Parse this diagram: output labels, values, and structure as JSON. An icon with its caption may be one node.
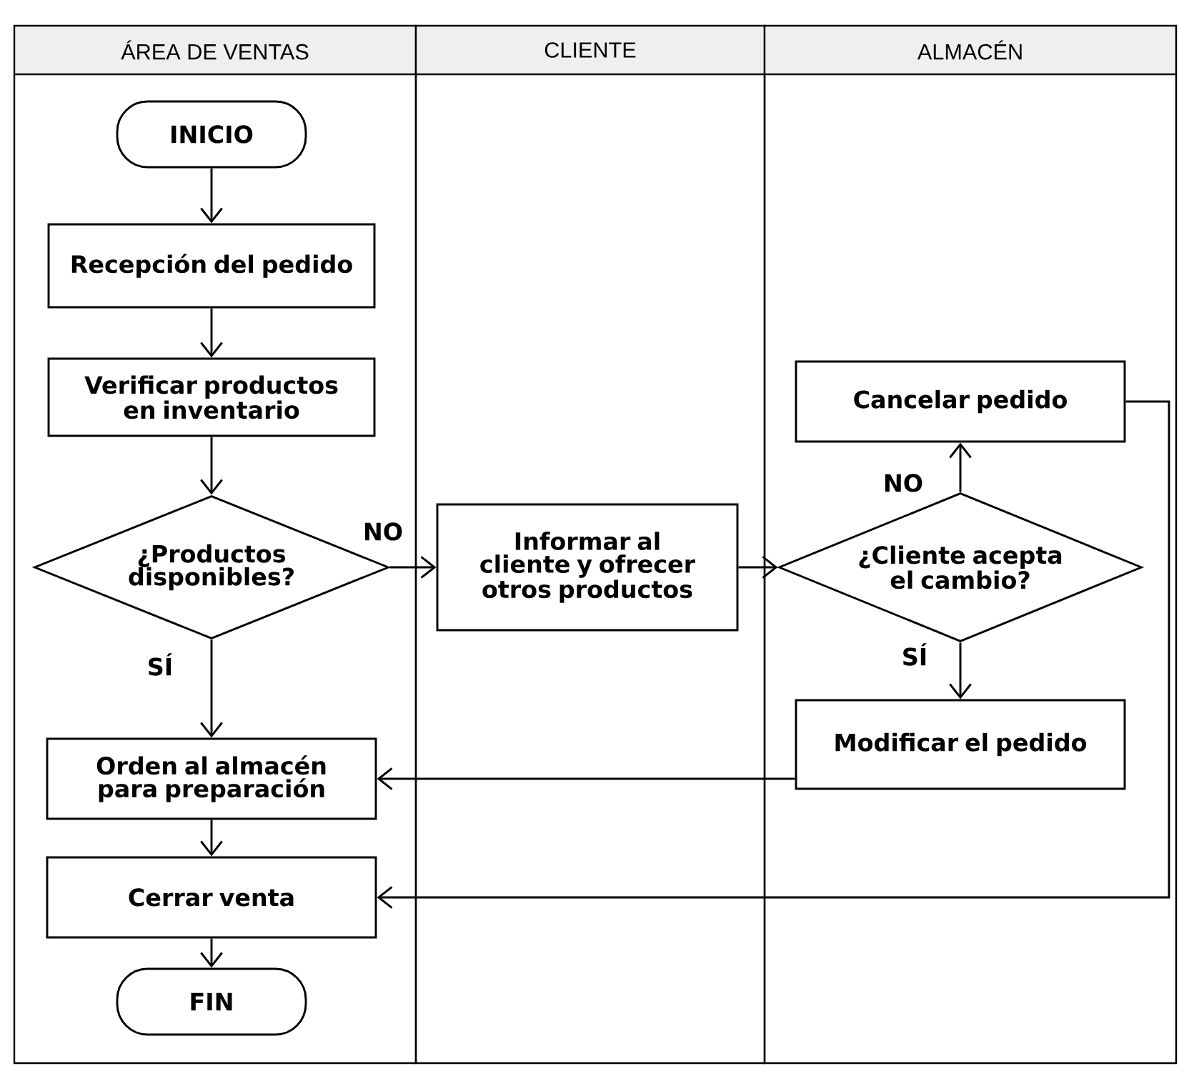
{
  "diagram": {
    "nodes": [
      {
        "text": [
          "ÁREA DE VENTAS"
        ]
      },
      {
        "text": [
          "CLIENTE"
        ]
      },
      {
        "text": [
          "ALMACÉN"
        ]
      },
      {
        "text": [
          "INICIO"
        ],
        "in": 0
      },
      {
        "text": [
          "Recepción del pedido"
        ],
        "in": 0
      },
      {
        "text": [
          "Verificar productos en inventario"
        ],
        "in": 0
      },
      {
        "text": [
          "¿Productos disponibles?"
        ],
        "in": 0
      },
      {
        "text": [
          "Informar al cliente y ofrecer otros productos"
        ],
        "in": 1
      },
      {
        "text": [
          "Cancelar pedido"
        ],
        "in": 2
      },
      {
        "text": [
          "¿Cliente acepta el cambio?"
        ],
        "in": 2
      },
      {
        "text": [
          "Modificar el pedido"
        ],
        "in": 2
      },
      {
        "text": [
          "Orden al almacén para preparación"
        ],
        "in": 0
      },
      {
        "text": [
          "Cerrar venta"
        ],
        "in": 0
      },
      {
        "text": [
          "FIN"
        ],
        "in": 0
      }
    ],
    "edges": [
      {
        "from": 3,
        "to": 4,
        "arrow": "to"
      },
      {
        "from": 4,
        "to": 5,
        "arrow": "to"
      },
      {
        "from": 5,
        "to": 6,
        "arrow": "to"
      },
      {
        "from": 6,
        "to": 7,
        "arrow": "to",
        "label": "NO"
      },
      {
        "from": 6,
        "to": 11,
        "arrow": "to",
        "label": "SÍ"
      },
      {
        "from": 7,
        "to": 9,
        "arrow": "to"
      },
      {
        "from": 9,
        "to": 8,
        "arrow": "to",
        "label": "NO"
      },
      {
        "from": 9,
        "to": 10,
        "arrow": "to",
        "label": "SÍ"
      },
      {
        "from": 10,
        "to": 11,
        "arrow": "to"
      },
      {
        "from": 8,
        "to": 12,
        "arrow": "to"
      },
      {
        "from": 11,
        "to": 12,
        "arrow": "to"
      },
      {
        "from": 12,
        "to": 13,
        "arrow": "to"
      }
    ]
  }
}
